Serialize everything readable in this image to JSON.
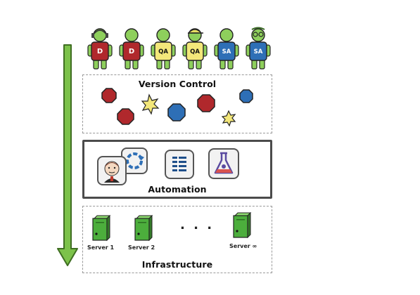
{
  "people": [
    {
      "label": "D",
      "shirt": "#b0282c",
      "accessory": "headphones"
    },
    {
      "label": "D",
      "shirt": "#b0282c",
      "accessory": "none"
    },
    {
      "label": "QA",
      "shirt": "#f3e77a",
      "accessory": "none"
    },
    {
      "label": "QA",
      "shirt": "#f3e77a",
      "accessory": "cap"
    },
    {
      "label": "SA",
      "shirt": "#2e6fb6",
      "accessory": "none"
    },
    {
      "label": "SA",
      "shirt": "#2e6fb6",
      "accessory": "glasses"
    }
  ],
  "version_control": {
    "title": "Version Control"
  },
  "automation": {
    "title": "Automation",
    "tools": [
      "jenkins-icon",
      "refresh-cycle-icon",
      "build-list-icon",
      "flask-test-icon"
    ]
  },
  "infrastructure": {
    "title": "Infrastructure",
    "servers": [
      {
        "label": "Server 1"
      },
      {
        "label": "Server 2"
      },
      {
        "label": "Server ∞"
      }
    ],
    "ellipsis": ". . ."
  },
  "colors": {
    "arrow_green": "#7cc24a",
    "skin_green": "#8ecf5c",
    "red": "#b0282c",
    "yellow": "#f3e77a",
    "blue": "#2e6fb6",
    "server_green": "#4cae3c"
  }
}
